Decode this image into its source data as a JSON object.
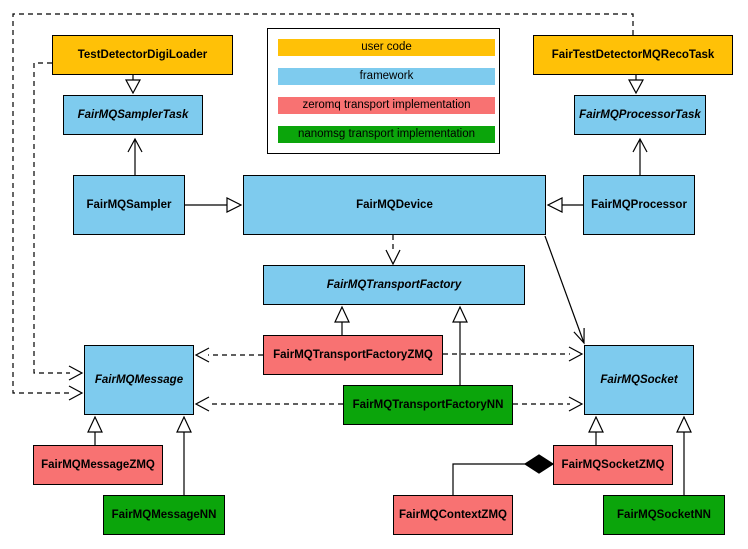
{
  "diagram": {
    "kind": "uml-class-diagram",
    "subject": "FairMQ class hierarchy",
    "colors": {
      "user": "#FFC107",
      "framework": "#7ECBEE",
      "zeromq": "#F87272",
      "nanomsg": "#0BA50B"
    },
    "legend": {
      "items": [
        {
          "label": "user code",
          "category": "user"
        },
        {
          "label": "framework",
          "category": "framework"
        },
        {
          "label": "zeromq transport implementation",
          "category": "zeromq"
        },
        {
          "label": "nanomsg transport implementation",
          "category": "nanomsg"
        }
      ]
    },
    "nodes": {
      "testDetectorDigiLoader": {
        "label": "TestDetectorDigiLoader",
        "category": "user",
        "abstract": false
      },
      "fairTestDetectorMQRecoTask": {
        "label": "FairTestDetectorMQRecoTask",
        "category": "user",
        "abstract": false
      },
      "fairMQSamplerTask": {
        "label": "FairMQSamplerTask",
        "category": "framework",
        "abstract": true
      },
      "fairMQProcessorTask": {
        "label": "FairMQProcessorTask",
        "category": "framework",
        "abstract": true
      },
      "fairMQSampler": {
        "label": "FairMQSampler",
        "category": "framework",
        "abstract": false
      },
      "fairMQDevice": {
        "label": "FairMQDevice",
        "category": "framework",
        "abstract": false
      },
      "fairMQProcessor": {
        "label": "FairMQProcessor",
        "category": "framework",
        "abstract": false
      },
      "fairMQTransportFactory": {
        "label": "FairMQTransportFactory",
        "category": "framework",
        "abstract": true
      },
      "fairMQTransportFactoryZMQ": {
        "label": "FairMQTransportFactoryZMQ",
        "category": "zeromq",
        "abstract": false
      },
      "fairMQTransportFactoryNN": {
        "label": "FairMQTransportFactoryNN",
        "category": "nanomsg",
        "abstract": false
      },
      "fairMQMessage": {
        "label": "FairMQMessage",
        "category": "framework",
        "abstract": true
      },
      "fairMQSocket": {
        "label": "FairMQSocket",
        "category": "framework",
        "abstract": true
      },
      "fairMQMessageZMQ": {
        "label": "FairMQMessageZMQ",
        "category": "zeromq",
        "abstract": false
      },
      "fairMQMessageNN": {
        "label": "FairMQMessageNN",
        "category": "nanomsg",
        "abstract": false
      },
      "fairMQContextZMQ": {
        "label": "FairMQContextZMQ",
        "category": "zeromq",
        "abstract": false
      },
      "fairMQSocketZMQ": {
        "label": "FairMQSocketZMQ",
        "category": "zeromq",
        "abstract": false
      },
      "fairMQSocketNN": {
        "label": "FairMQSocketNN",
        "category": "nanomsg",
        "abstract": false
      }
    },
    "edges": [
      {
        "from": "TestDetectorDigiLoader",
        "to": "FairMQSamplerTask",
        "type": "inheritance"
      },
      {
        "from": "FairTestDetectorMQRecoTask",
        "to": "FairMQProcessorTask",
        "type": "inheritance"
      },
      {
        "from": "FairMQSampler",
        "to": "FairMQSamplerTask",
        "type": "association"
      },
      {
        "from": "FairMQProcessor",
        "to": "FairMQProcessorTask",
        "type": "association"
      },
      {
        "from": "FairMQSampler",
        "to": "FairMQDevice",
        "type": "inheritance"
      },
      {
        "from": "FairMQProcessor",
        "to": "FairMQDevice",
        "type": "inheritance"
      },
      {
        "from": "FairMQDevice",
        "to": "FairMQTransportFactory",
        "type": "dependency"
      },
      {
        "from": "FairMQDevice",
        "to": "FairMQSocket",
        "type": "association"
      },
      {
        "from": "FairMQTransportFactoryZMQ",
        "to": "FairMQTransportFactory",
        "type": "inheritance"
      },
      {
        "from": "FairMQTransportFactoryNN",
        "to": "FairMQTransportFactory",
        "type": "inheritance"
      },
      {
        "from": "FairMQTransportFactoryZMQ",
        "to": "FairMQMessage",
        "type": "dependency"
      },
      {
        "from": "FairMQTransportFactoryZMQ",
        "to": "FairMQSocket",
        "type": "dependency"
      },
      {
        "from": "FairMQTransportFactoryNN",
        "to": "FairMQMessage",
        "type": "dependency"
      },
      {
        "from": "FairMQTransportFactoryNN",
        "to": "FairMQSocket",
        "type": "dependency"
      },
      {
        "from": "TestDetectorDigiLoader",
        "to": "FairMQMessage",
        "type": "dependency"
      },
      {
        "from": "FairTestDetectorMQRecoTask",
        "to": "FairMQMessage",
        "type": "dependency"
      },
      {
        "from": "FairMQMessageZMQ",
        "to": "FairMQMessage",
        "type": "inheritance"
      },
      {
        "from": "FairMQMessageNN",
        "to": "FairMQMessage",
        "type": "inheritance"
      },
      {
        "from": "FairMQSocketZMQ",
        "to": "FairMQSocket",
        "type": "inheritance"
      },
      {
        "from": "FairMQSocketNN",
        "to": "FairMQSocket",
        "type": "inheritance"
      },
      {
        "from": "FairMQContextZMQ",
        "to": "FairMQSocketZMQ",
        "type": "composition"
      }
    ]
  }
}
